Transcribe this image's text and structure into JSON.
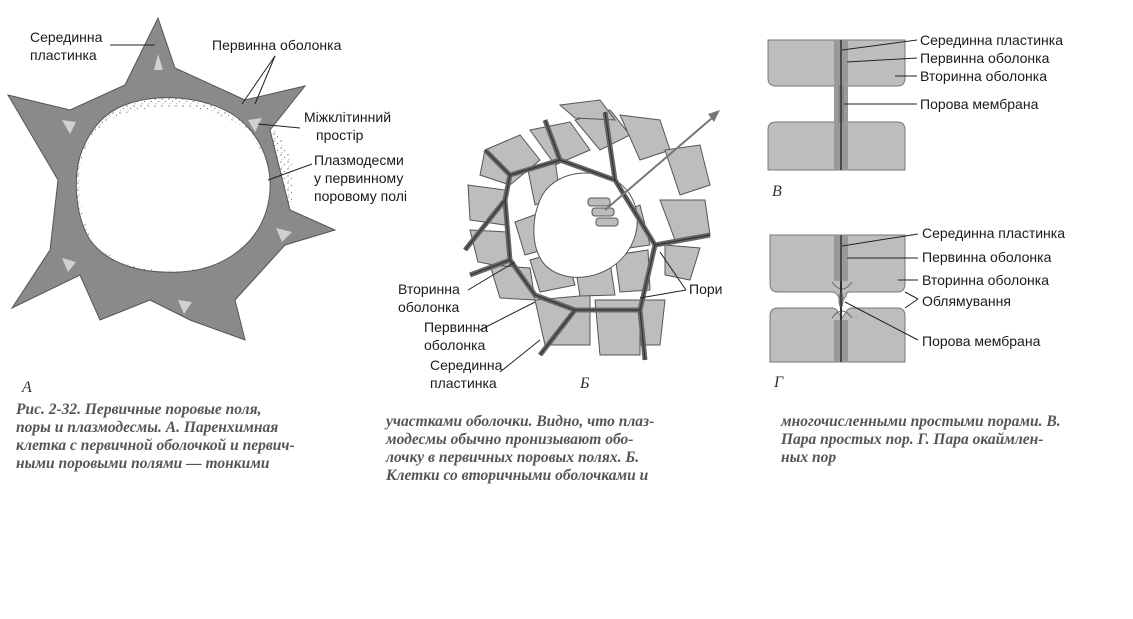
{
  "panels": {
    "a": {
      "letter": "А",
      "labels": {
        "middle_lamella": [
          "Серединна",
          "пластинка"
        ],
        "primary_wall": "Первинна оболонка",
        "intercellular": [
          "Міжклітинний",
          "простір"
        ],
        "plasmodesmata": [
          "Плазмодесми",
          "у первинному",
          "поровому полі"
        ]
      }
    },
    "b": {
      "letter": "Б",
      "labels": {
        "secondary_wall": [
          "Вторинна",
          "оболонка"
        ],
        "primary_wall": [
          "Первинна",
          "оболонка"
        ],
        "middle_lamella": [
          "Серединна",
          "пластинка"
        ],
        "pores": "Пори"
      }
    },
    "v": {
      "letter": "В",
      "labels": {
        "middle_lamella": "Серединна пластинка",
        "primary_wall": "Первинна оболонка",
        "secondary_wall": "Вторинна оболонка",
        "pit_membrane": "Порова мембрана"
      }
    },
    "g": {
      "letter": "Г",
      "labels": {
        "middle_lamella": "Серединна пластинка",
        "primary_wall": "Первинна оболонка",
        "secondary_wall": "Вторинна оболонка",
        "border": "Облямування",
        "pit_membrane": "Порова мембрана"
      }
    }
  },
  "captions": {
    "col1": [
      "Рис. 2-32. Первичные поровые поля,",
      "поры и плазмодесмы. А. Паренхимная",
      "клетка с первичной оболочкой и первич-",
      "ными поровыми полями — тонкими"
    ],
    "col2": [
      "участками оболочки. Видно, что плаз-",
      "модесмы обычно пронизывают обо-",
      "лочку в первичных поровых полях. Б.",
      "Клетки со вторичными оболочками и"
    ],
    "col3": [
      "многочисленными простыми порами. В.",
      "Пара простых пор. Г. Пара окаймлен-",
      "ных пор"
    ]
  },
  "colors": {
    "wall": "#8a8a8a",
    "cell_fill": "#bdbdbd",
    "secondary": "#c4c4c4",
    "lamella": "#555555",
    "stipple": "#777777"
  }
}
